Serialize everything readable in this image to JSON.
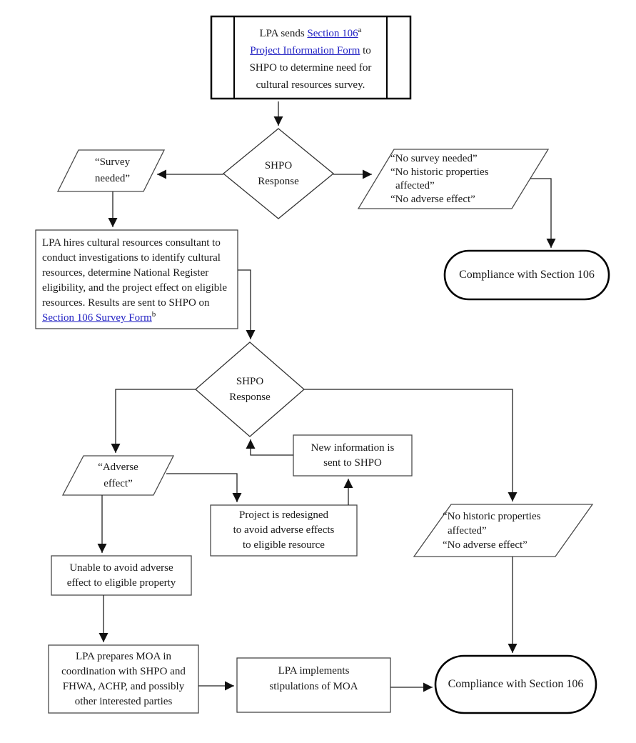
{
  "colors": {
    "link": "#2323c4",
    "connector": "#222222",
    "thin_border": "#4a4a4a",
    "thick_border": "#000000",
    "background": "#ffffff"
  },
  "nodes": {
    "start": {
      "t1": "LPA sends ",
      "link1": "Section 106",
      "sup1": "a",
      "link2": "Project Information Form",
      "t2": " to",
      "t3": "SHPO to determine need for",
      "t4": "cultural resources survey."
    },
    "decision1": {
      "l1": "SHPO",
      "l2": "Response"
    },
    "survey_needed": {
      "l1": "“Survey",
      "l2": "needed”"
    },
    "no_survey": {
      "l1": "“No survey needed”",
      "l2": "“No historic properties",
      "l3": "affected”",
      "l4": "“No adverse effect”"
    },
    "compliance_top": {
      "text": "Compliance with Section 106"
    },
    "hires": {
      "t1": "LPA hires cultural resources consultant to conduct investigations to identify cultural resources, determine National Register eligibility, and the project effect on eligible resources.  Results are sent to SHPO on ",
      "link1": "Section 106 Survey Form",
      "sup1": "b"
    },
    "decision2": {
      "l1": "SHPO",
      "l2": "Response"
    },
    "adverse": {
      "l1": "“Adverse",
      "l2": "effect”"
    },
    "new_info": {
      "l1": "New information is",
      "l2": "sent to SHPO"
    },
    "redesign": {
      "l1": "Project is redesigned",
      "l2": "to avoid adverse effects",
      "l3": "to eligible resource"
    },
    "no_historic": {
      "l1": "“No historic properties",
      "l2": "affected”",
      "l3": "“No adverse effect”"
    },
    "unable": {
      "l1": "Unable to avoid adverse",
      "l2": "effect to eligible property"
    },
    "moa": {
      "l1": "LPA prepares MOA in",
      "l2": "coordination with SHPO and",
      "l3": "FHWA, ACHP, and possibly",
      "l4": "other interested parties"
    },
    "implements": {
      "l1": "LPA implements",
      "l2": "stipulations of MOA"
    },
    "compliance_bottom": {
      "text": "Compliance with Section 106"
    }
  }
}
